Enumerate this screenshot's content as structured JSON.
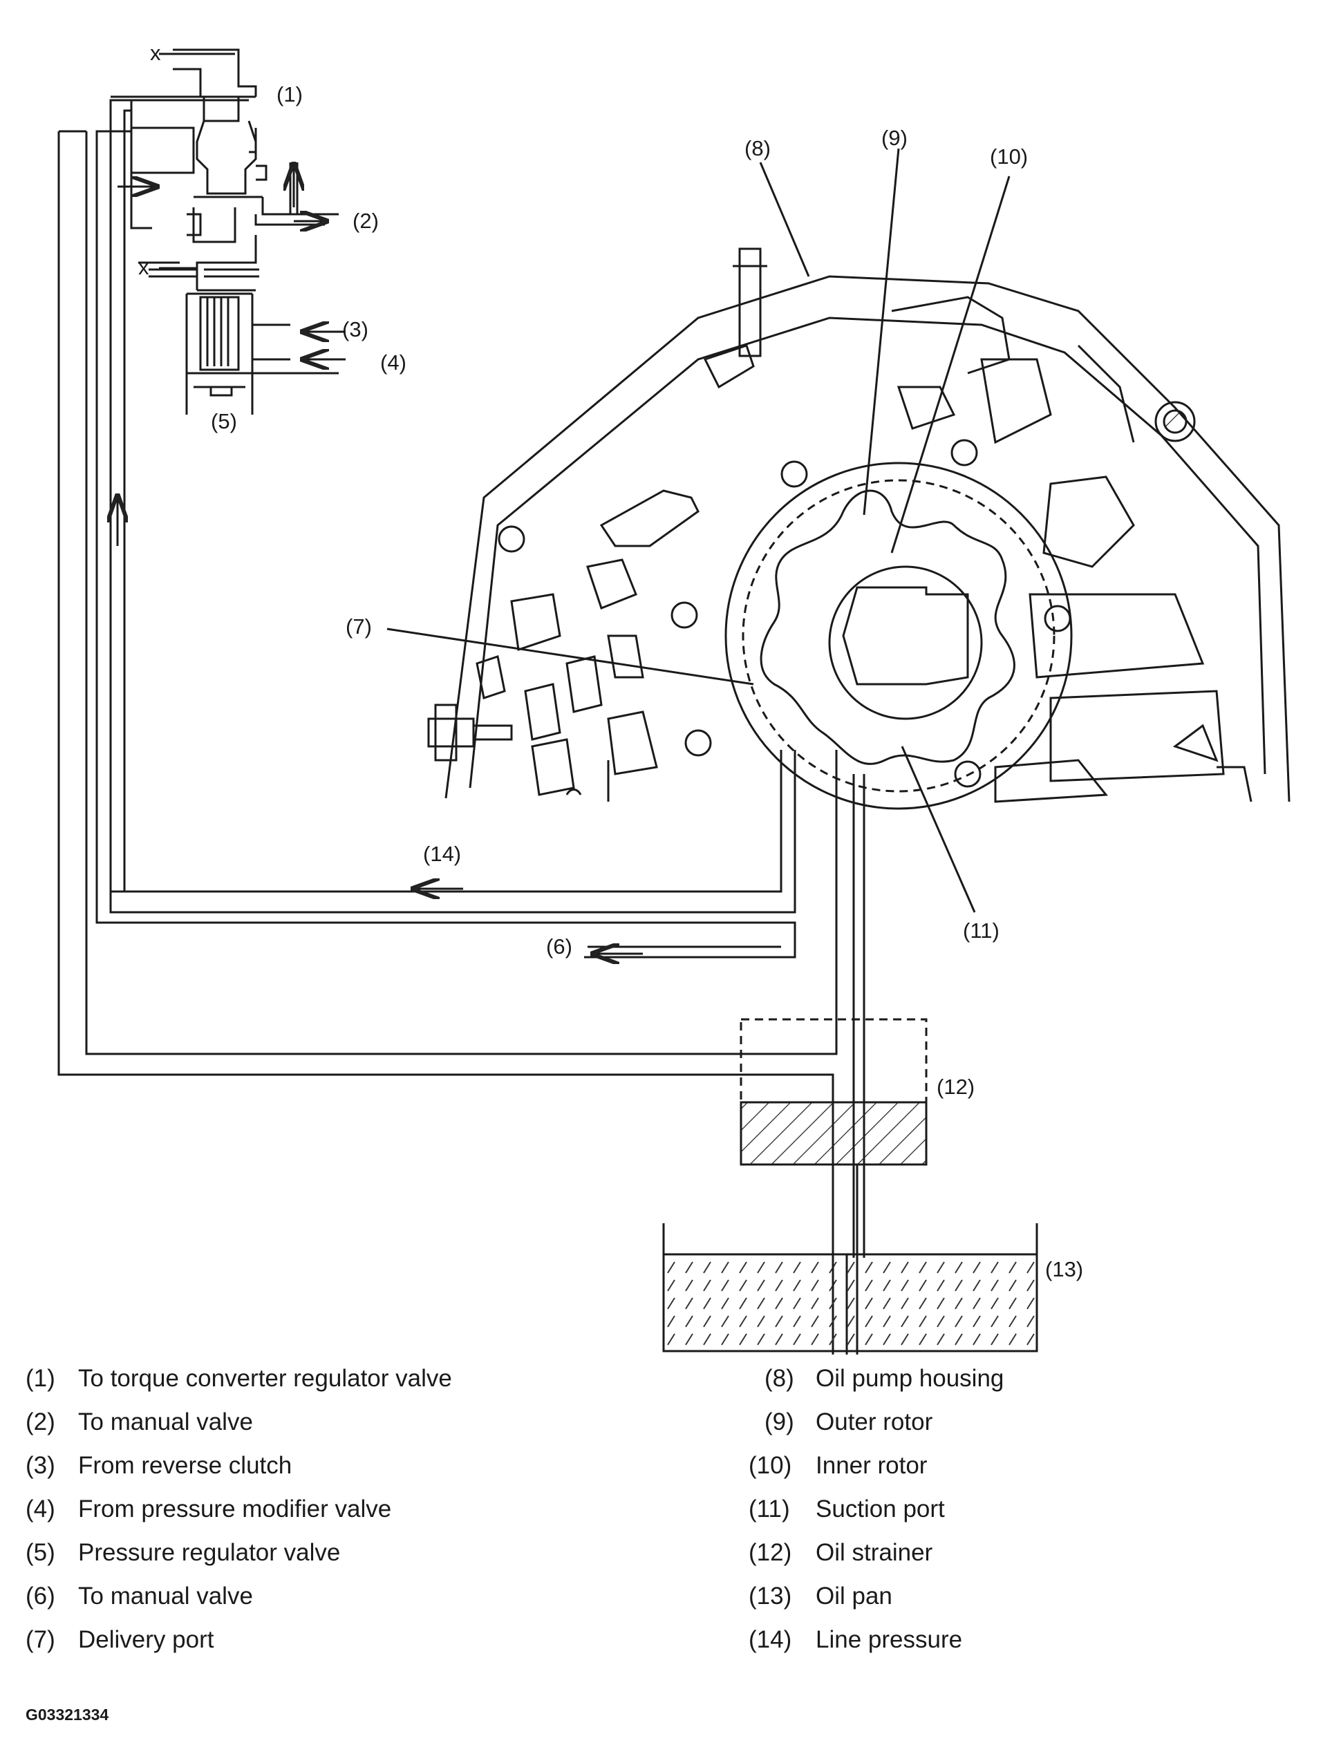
{
  "diagram": {
    "x_mark_top": "x",
    "x_mark_mid": "x",
    "callouts": {
      "c1": "(1)",
      "c2": "(2)",
      "c3": "(3)",
      "c4": "(4)",
      "c5": "(5)",
      "c6": "(6)",
      "c7": "(7)",
      "c8": "(8)",
      "c9": "(9)",
      "c10": "(10)",
      "c11": "(11)",
      "c12": "(12)",
      "c13": "(13)",
      "c14": "(14)"
    }
  },
  "legend_left": [
    {
      "num": "(1)",
      "text": "To torque converter regulator valve"
    },
    {
      "num": "(2)",
      "text": "To manual valve"
    },
    {
      "num": "(3)",
      "text": "From reverse clutch"
    },
    {
      "num": "(4)",
      "text": "From pressure modifier valve"
    },
    {
      "num": "(5)",
      "text": "Pressure regulator valve"
    },
    {
      "num": "(6)",
      "text": "To manual valve"
    },
    {
      "num": "(7)",
      "text": "Delivery port"
    }
  ],
  "legend_right": [
    {
      "num": "(8)",
      "text": "Oil pump housing"
    },
    {
      "num": "(9)",
      "text": "Outer rotor"
    },
    {
      "num": "(10)",
      "text": "Inner rotor"
    },
    {
      "num": "(11)",
      "text": "Suction port"
    },
    {
      "num": "(12)",
      "text": "Oil strainer"
    },
    {
      "num": "(13)",
      "text": "Oil pan"
    },
    {
      "num": "(14)",
      "text": "Line pressure"
    }
  ],
  "figure_code": "G03321334"
}
